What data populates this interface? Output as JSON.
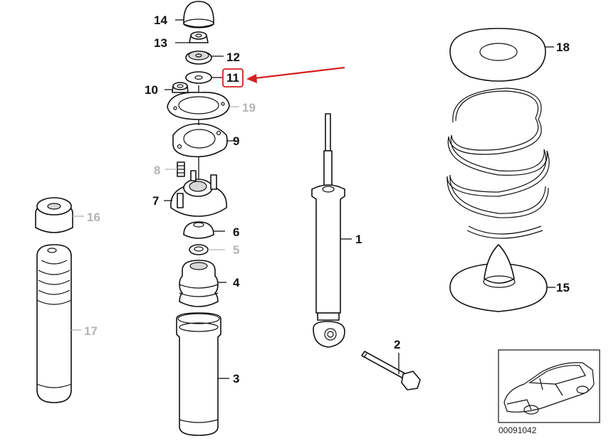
{
  "diagram": {
    "reference_code": "00091042",
    "highlight_color": "#d42020",
    "labels": {
      "p1": "1",
      "p2": "2",
      "p3": "3",
      "p4": "4",
      "p5": "5",
      "p6": "6",
      "p7": "7",
      "p8": "8",
      "p9": "9",
      "p10": "10",
      "p11": "11",
      "p12": "12",
      "p13": "13",
      "p14": "14",
      "p15": "15",
      "p16": "16",
      "p17": "17",
      "p18": "18",
      "p19": "19"
    },
    "highlighted_part": "11",
    "icons": [
      "car-thumbnail-icon",
      "red-arrow-icon"
    ]
  }
}
